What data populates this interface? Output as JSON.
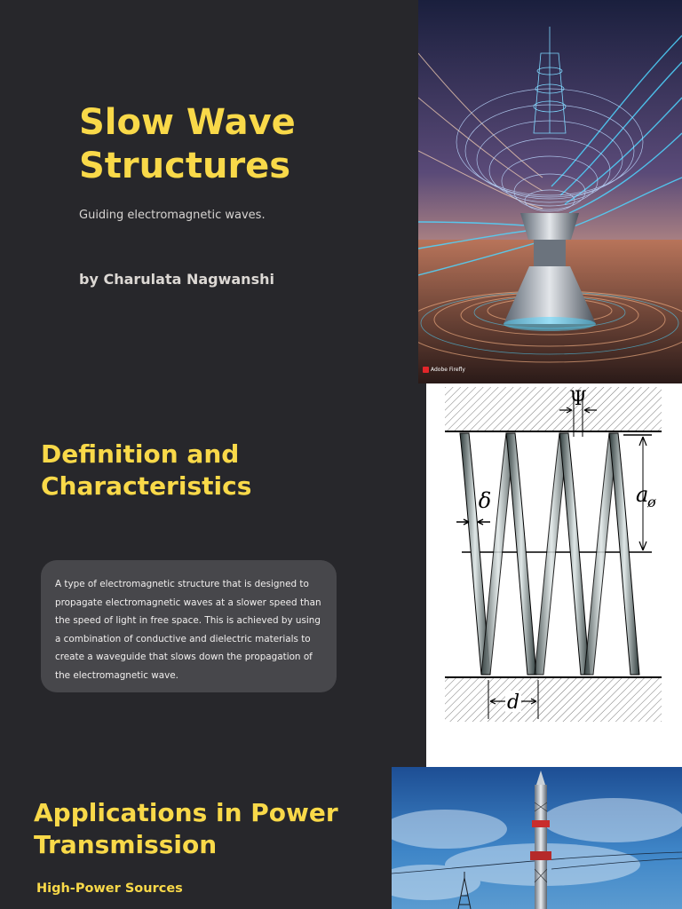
{
  "slide1": {
    "title": "Slow Wave Structures",
    "subtitle": "Guiding electromagnetic waves.",
    "author": "by Charulata Nagwanshi",
    "image_badge": "Adobe Firefly"
  },
  "slide2": {
    "heading": "Definition and Characteristics",
    "body": "A type of electromagnetic structure that is designed to propagate electromagnetic waves at a slower speed than the speed of light in free space. This is achieved by using a combination of conductive and dielectric materials to create a waveguide that slows down the propagation of the electromagnetic wave.",
    "diagram_labels": {
      "psi": "Ψ",
      "delta": "δ",
      "a": "a",
      "phi": "ø",
      "d": "d"
    }
  },
  "slide3": {
    "heading": "Applications in Power Transmission",
    "subheading": "High-Power Sources"
  },
  "colors": {
    "background": "#27272b",
    "accent": "#f9d949",
    "card": "#47474b"
  }
}
